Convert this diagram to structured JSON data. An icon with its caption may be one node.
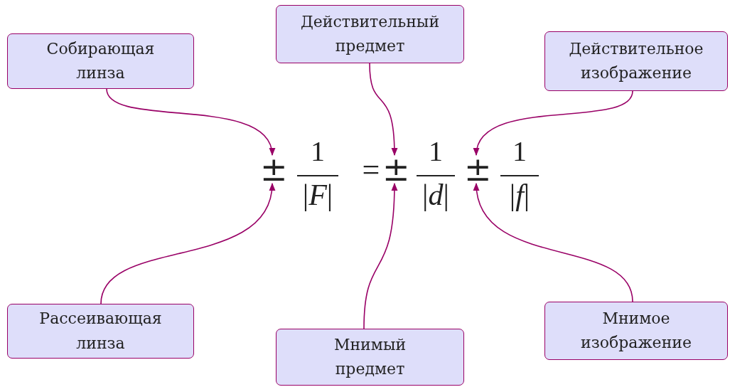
{
  "diagram": {
    "nodes": [
      {
        "text": [
          "Собирающая линза"
        ]
      },
      {
        "text": [
          "Действительный предмет"
        ]
      },
      {
        "text": [
          "Действительное изображение"
        ]
      },
      {
        "text": [
          "±"
        ]
      },
      {
        "text": [
          "±"
        ]
      },
      {
        "text": [
          "±"
        ]
      },
      {
        "text": [
          "Рассеивающая линза"
        ]
      },
      {
        "text": [
          "Мнимый предмет"
        ]
      },
      {
        "text": [
          "Мнимое изображение"
        ]
      }
    ],
    "edges": [
      {
        "from": 0,
        "to": 3,
        "arrow": "to"
      },
      {
        "from": 6,
        "to": 3,
        "arrow": "to"
      },
      {
        "from": 1,
        "to": 4,
        "arrow": "to"
      },
      {
        "from": 7,
        "to": 4,
        "arrow": "to"
      },
      {
        "from": 2,
        "to": 5,
        "arrow": "to"
      },
      {
        "from": 8,
        "to": 5,
        "arrow": "to"
      }
    ],
    "labels": [
      "1",
      "|*F*|",
      "=",
      "1",
      "|*d*|",
      "1",
      "|*f*|"
    ]
  }
}
